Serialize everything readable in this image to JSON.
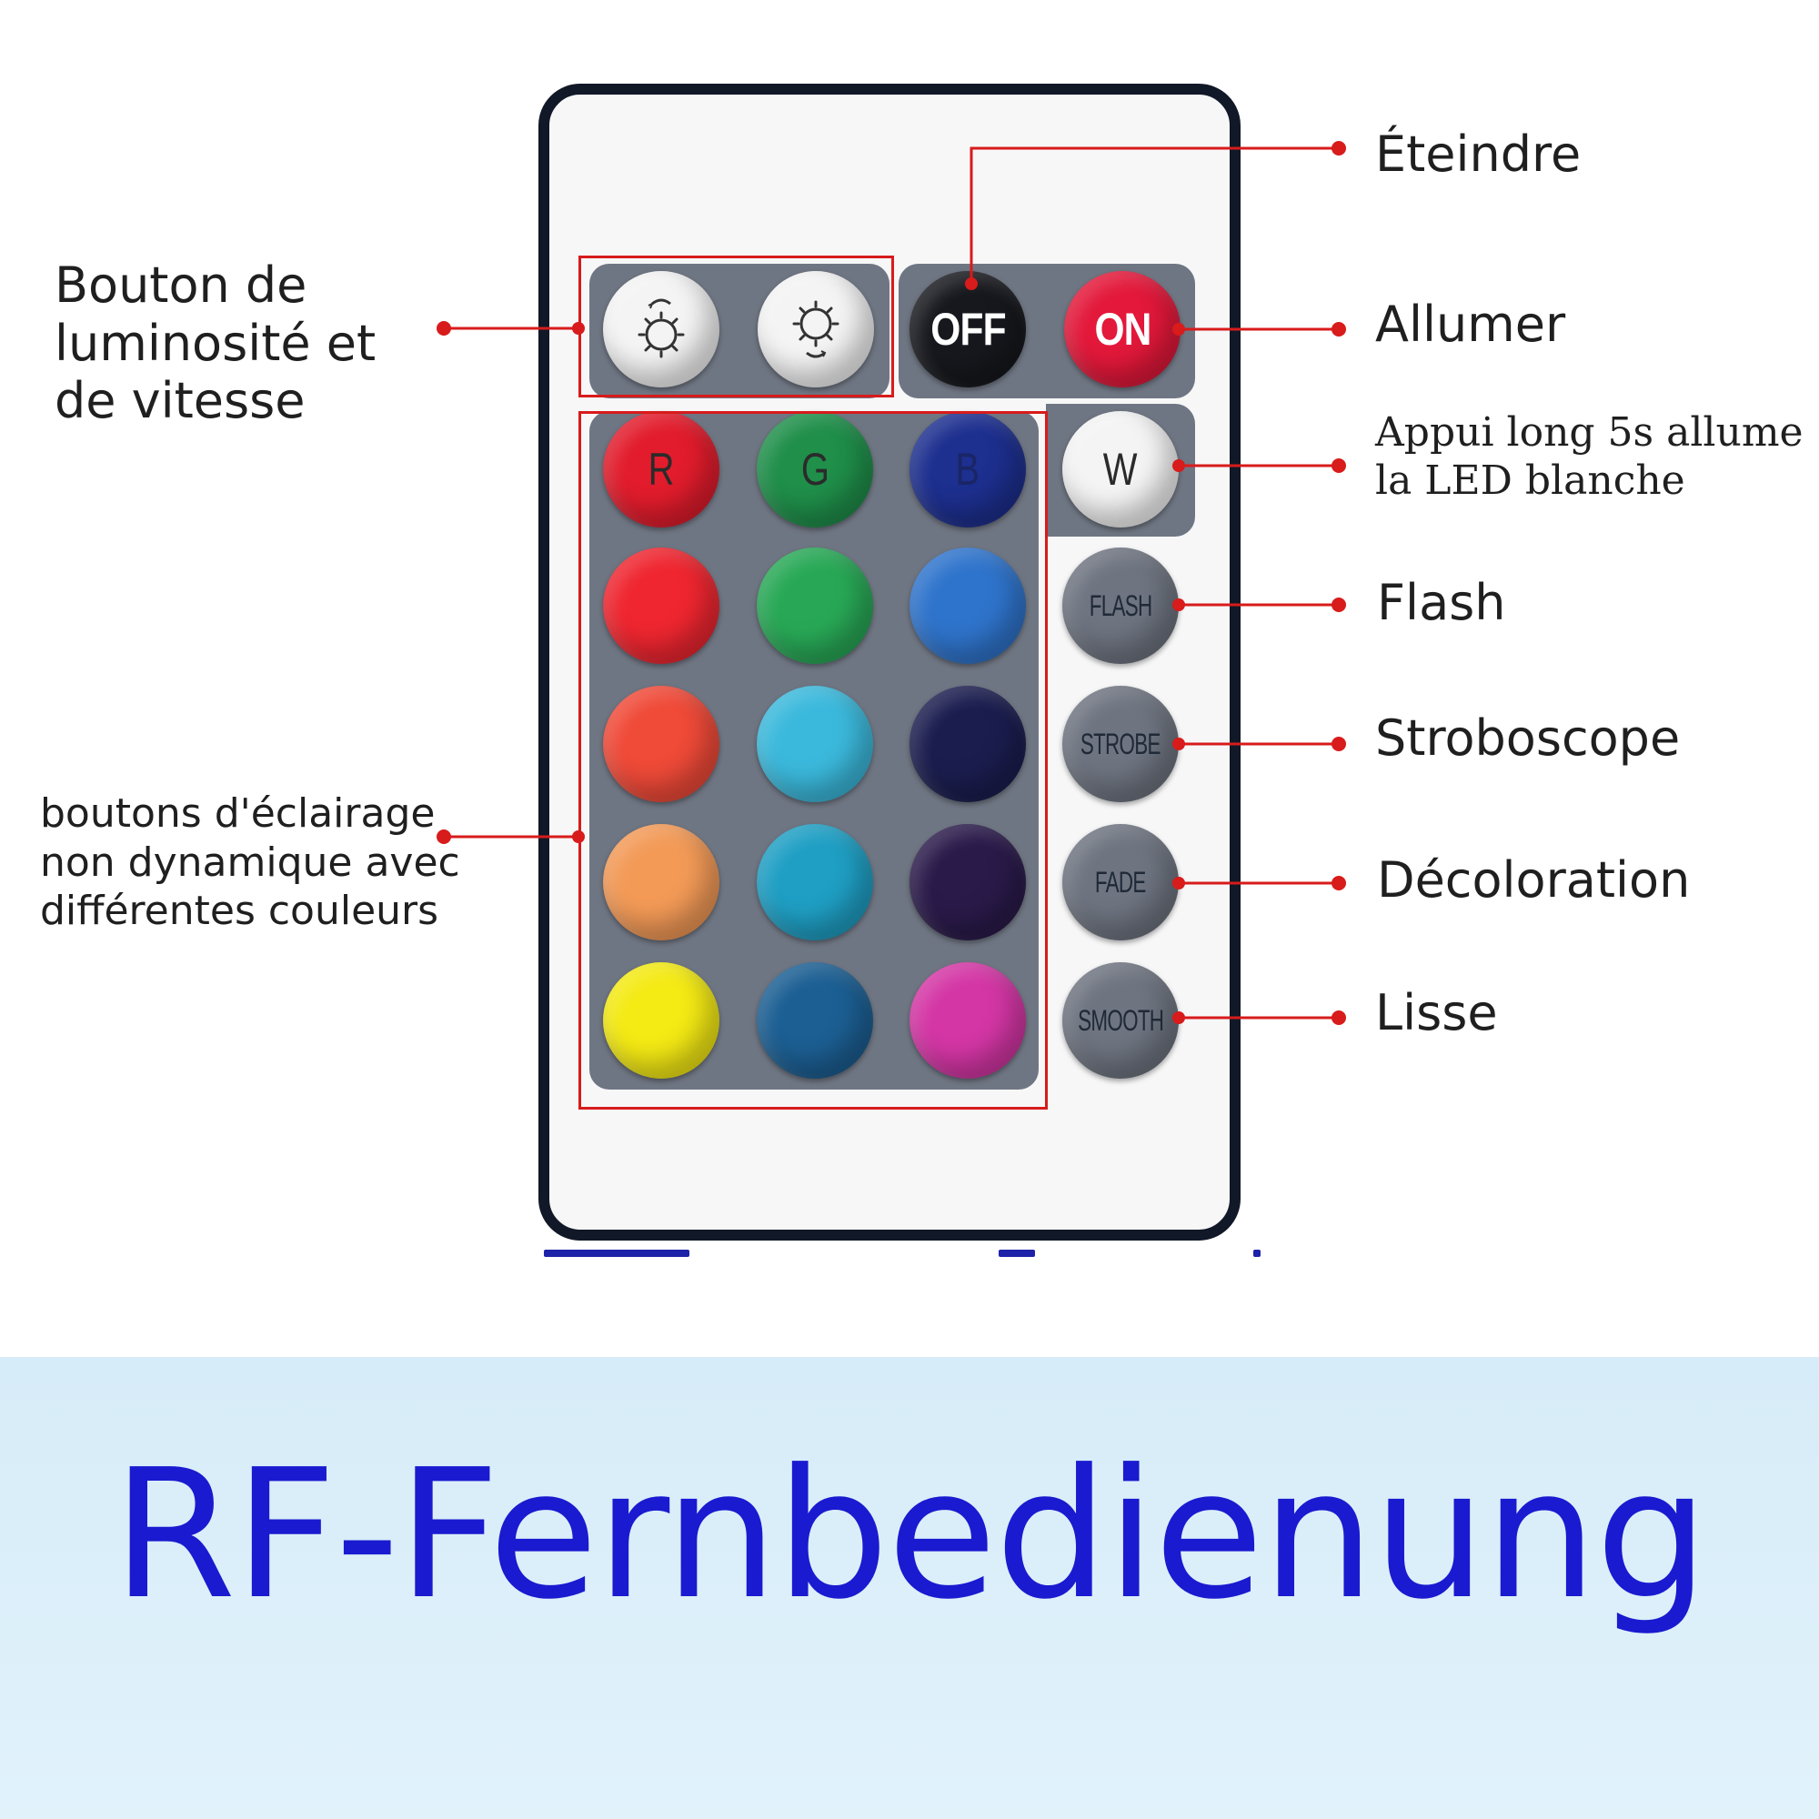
{
  "remote": {
    "buttons": {
      "off": "OFF",
      "on": "ON",
      "r": "R",
      "g": "G",
      "b": "B",
      "w": "W",
      "flash": "FLASH",
      "strobe": "STROBE",
      "fade": "FADE",
      "smooth": "SMOOTH"
    },
    "color_grid": [
      "#e21c2c",
      "#1f8f4a",
      "#1d2f8f",
      "#ef2630",
      "#28a856",
      "#2f74cc",
      "#f04a38",
      "#3bb9dc",
      "#1b1d4f",
      "#f39a57",
      "#1f9fc4",
      "#2a1a4a",
      "#f4ea14",
      "#1c5f93",
      "#d436a5"
    ],
    "icons": [
      "brightness-up-icon",
      "brightness-down-icon"
    ]
  },
  "callouts": {
    "brightness_speed": [
      "Bouton de",
      "luminosité et",
      "de vitesse"
    ],
    "static_colors": [
      "boutons d'éclairage",
      "non dynamique avec",
      "différentes couleurs"
    ],
    "off": "Éteindre",
    "on": "Allumer",
    "white_long_press": [
      "Appui long 5s allume",
      "la LED blanche"
    ],
    "flash": "Flash",
    "strobe": "Stroboscope",
    "fade": "Décoloration",
    "smooth": "Lisse"
  },
  "banner": {
    "title": "RF-Fernbedienung"
  },
  "colors": {
    "highlight": "#d81b1b",
    "banner_text": "#1a1ad0",
    "banner_bg": "#d9eef9"
  }
}
